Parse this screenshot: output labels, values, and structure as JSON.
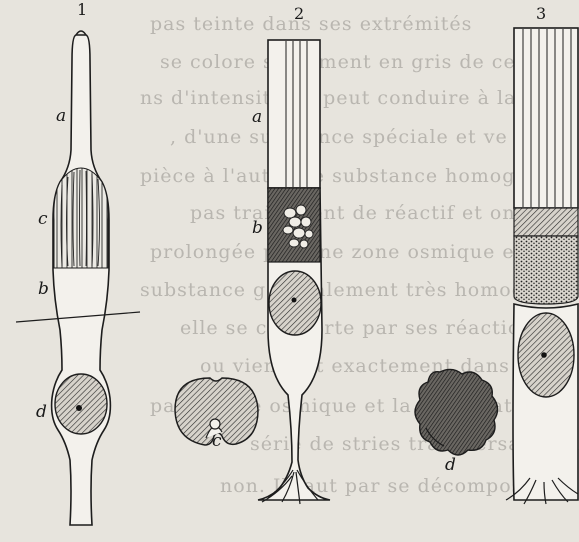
{
  "figure_numbers": [
    "1",
    "2",
    "3"
  ],
  "labels": {
    "a": "a",
    "b": "b",
    "c": "c",
    "d": "d",
    "c_sec": "c",
    "d_sec": "d"
  },
  "bleed_lines": [
    "pas teinte dans ses extrémités",
    "se colore seulement en gris de ce",
    "ns d'intensité ne peut conduire à la",
    ", d'une substance spéciale et ve",
    "pièce à l'autre de substance homogè",
    "pas traitement de réactif et ont ils",
    "prolongée par une zone osmique est",
    "substance généralement très homog",
    "elle se comporte par ses réactions ch",
    "ou viennent exactement dans leur",
    "par l'acide osmique et la dissociation",
    "série de stries transversales. Il est con",
    "non. Il faut par se décomposer en un sur"
  ]
}
